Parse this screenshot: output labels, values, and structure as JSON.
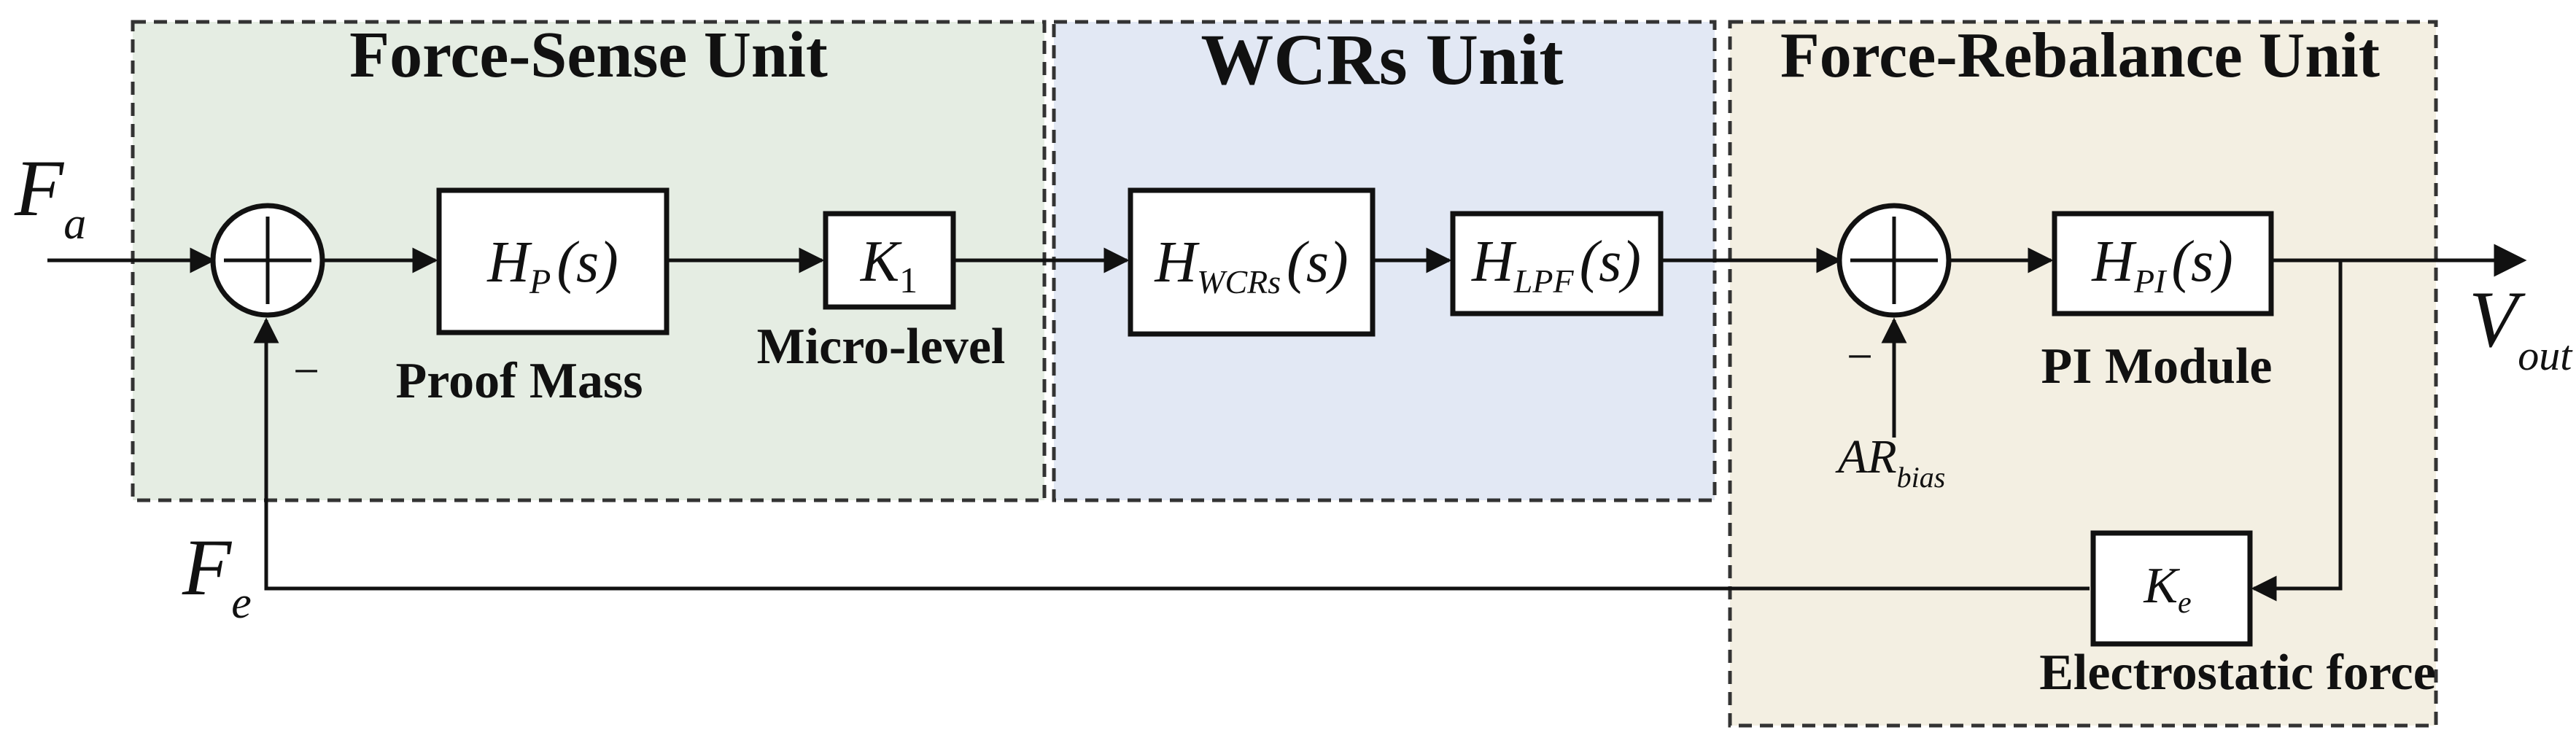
{
  "units": {
    "force_sense": {
      "title": "Force-Sense Unit",
      "fill": "#e5ede3"
    },
    "wcrs": {
      "title": "WCRs Unit",
      "fill": "#e2e8f4"
    },
    "force_rebalance": {
      "title": "Force-Rebalance Unit",
      "fill": "#f3efe2"
    }
  },
  "signals": {
    "input": {
      "main": "F",
      "sub": "a"
    },
    "feedback": {
      "main": "F",
      "sub": "e"
    },
    "output": {
      "main": "V",
      "sub": "out"
    },
    "bias": {
      "main": "AR",
      "sub": "bias"
    }
  },
  "blocks": {
    "proof_mass": {
      "main": "H",
      "sub": "P",
      "arg": "(s)",
      "label": "Proof Mass"
    },
    "micro_level": {
      "main": "K",
      "sub": "1",
      "label": "Micro-level"
    },
    "wcrs": {
      "main": "H",
      "sub": "WCRs",
      "arg": "(s)"
    },
    "lpf": {
      "main": "H",
      "sub": "LPF",
      "arg": "(s)"
    },
    "pi": {
      "main": "H",
      "sub": "PI",
      "arg": "(s)",
      "label": "PI Module"
    },
    "electrostatic": {
      "main": "K",
      "sub": "e",
      "label": "Electrostatic force"
    }
  },
  "summing": {
    "sign": "−"
  }
}
